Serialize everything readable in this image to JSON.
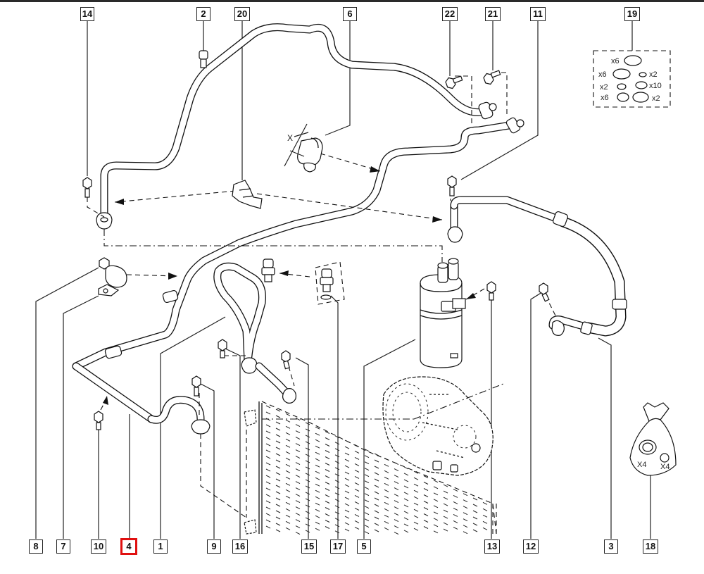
{
  "diagram": {
    "title": "Air conditioning pipes exploded parts diagram",
    "selected_callout": "4",
    "highlight_color": "#e01010",
    "line_color": "#111111",
    "callouts_top": [
      {
        "id": "14",
        "label": "14"
      },
      {
        "id": "2",
        "label": "2"
      },
      {
        "id": "20",
        "label": "20"
      },
      {
        "id": "6",
        "label": "6"
      },
      {
        "id": "22",
        "label": "22"
      },
      {
        "id": "21",
        "label": "21"
      },
      {
        "id": "11",
        "label": "11"
      },
      {
        "id": "19",
        "label": "19"
      }
    ],
    "callouts_bottom": [
      {
        "id": "8",
        "label": "8"
      },
      {
        "id": "7",
        "label": "7"
      },
      {
        "id": "10",
        "label": "10"
      },
      {
        "id": "4",
        "label": "4",
        "selected": true
      },
      {
        "id": "1",
        "label": "1"
      },
      {
        "id": "9",
        "label": "9"
      },
      {
        "id": "16",
        "label": "16"
      },
      {
        "id": "15",
        "label": "15"
      },
      {
        "id": "17",
        "label": "17"
      },
      {
        "id": "5",
        "label": "5"
      },
      {
        "id": "13",
        "label": "13"
      },
      {
        "id": "12",
        "label": "12"
      },
      {
        "id": "3",
        "label": "3"
      },
      {
        "id": "18",
        "label": "18"
      }
    ],
    "seal_kit": {
      "callout": "19",
      "rows": [
        {
          "left": "x6"
        },
        {
          "left": "x6",
          "right": "x2"
        },
        {
          "left": "x2",
          "right": "x10"
        },
        {
          "left": "x6",
          "right": "x2"
        }
      ]
    },
    "cap_bag": {
      "callout": "18",
      "qty_large": "X4",
      "qty_small": "X4"
    },
    "dimension_label": "X"
  }
}
